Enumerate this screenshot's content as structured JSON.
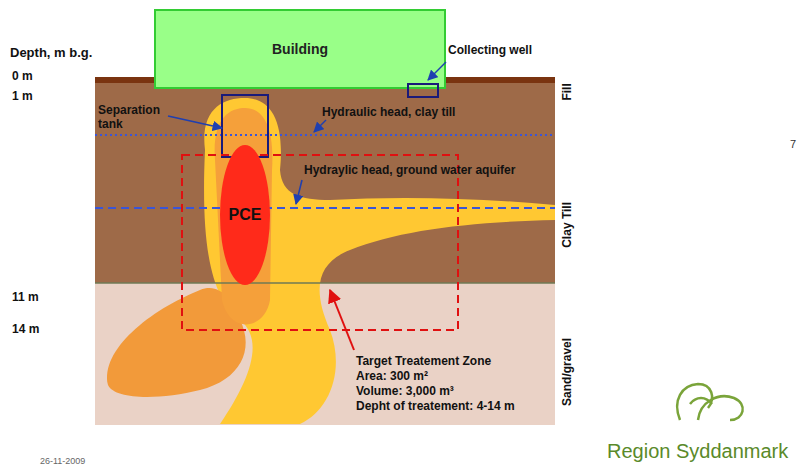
{
  "diagram": {
    "nodes": [
      {
        "text": [
          "Building"
        ]
      },
      {
        "text": [
          "PCE"
        ]
      }
    ],
    "labels": [
      "Depth, m b.g.",
      "0 m",
      "1 m",
      "11 m",
      "14 m",
      "Collecting well",
      "Separation tank",
      "Hydraulic head, clay till",
      "Hydraylic head, ground water aquifer",
      "Fill",
      "Clay Till",
      "Sand/gravel",
      "Target Treatement Zone",
      "Area: 300 m²",
      "Volume: 3,000 m³",
      "Depht of treatement: 4-14 m",
      "26-11-2009",
      "Region Syddanmark",
      "7"
    ]
  }
}
